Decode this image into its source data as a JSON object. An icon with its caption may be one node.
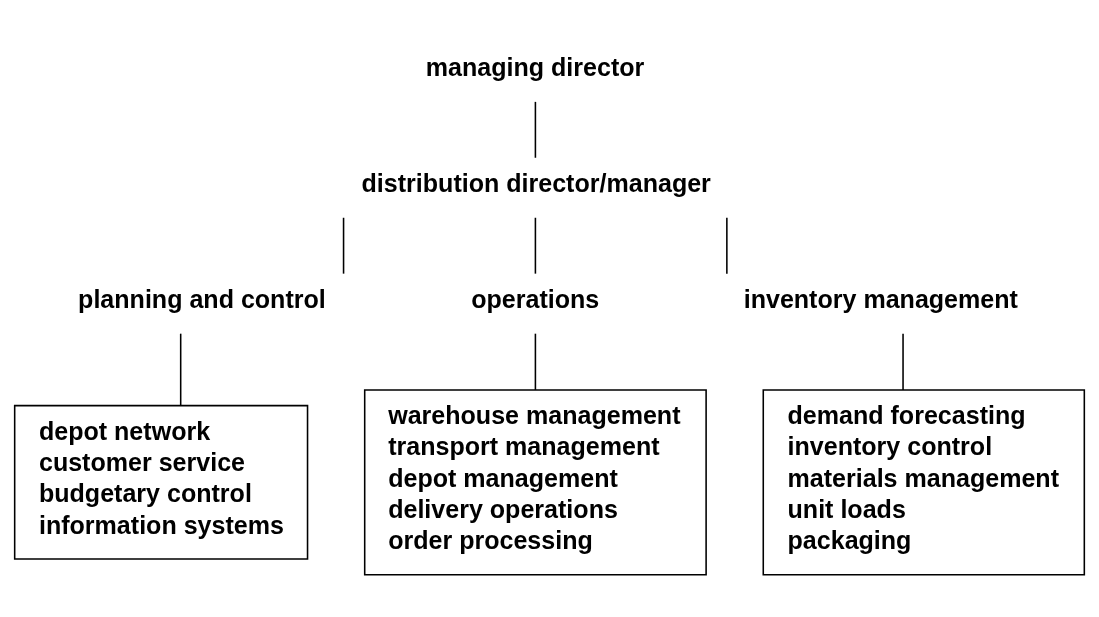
{
  "diagram": {
    "nodes": [
      {
        "text": [
          "managing director"
        ]
      },
      {
        "text": [
          "distribution director/manager"
        ]
      },
      {
        "text": [
          "planning and control"
        ]
      },
      {
        "text": [
          "operations"
        ]
      },
      {
        "text": [
          "inventory management"
        ]
      },
      {
        "text": [
          "depot network",
          "customer service",
          "budgetary control",
          "information systems"
        ]
      },
      {
        "text": [
          "warehouse management",
          "transport management",
          "depot management",
          "delivery operations",
          "order processing"
        ]
      },
      {
        "text": [
          "demand forecasting",
          "inventory control",
          "materials management",
          "unit loads",
          "packaging"
        ]
      }
    ],
    "edges": [
      {
        "from": 0,
        "to": 1,
        "arrow": "none"
      },
      {
        "from": 1,
        "to": 2,
        "arrow": "none"
      },
      {
        "from": 1,
        "to": 3,
        "arrow": "none"
      },
      {
        "from": 1,
        "to": 4,
        "arrow": "none"
      },
      {
        "from": 2,
        "to": 5,
        "arrow": "none"
      },
      {
        "from": 3,
        "to": 6,
        "arrow": "none"
      },
      {
        "from": 4,
        "to": 7,
        "arrow": "none"
      }
    ]
  }
}
